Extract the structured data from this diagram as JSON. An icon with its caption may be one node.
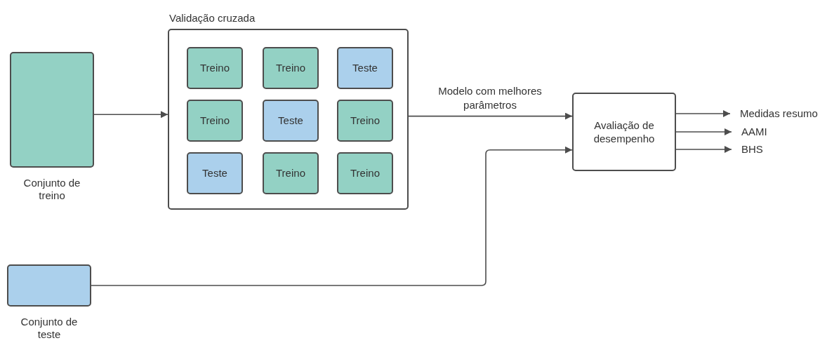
{
  "diagram": {
    "nodes": [
      {
        "text": [
          "Conjunto de treino"
        ]
      },
      {
        "text": [
          "Validação cruzada"
        ]
      },
      {
        "text": [
          "Treino"
        ],
        "in": 1
      },
      {
        "text": [
          "Treino"
        ],
        "in": 1
      },
      {
        "text": [
          "Teste"
        ],
        "in": 1
      },
      {
        "text": [
          "Treino"
        ],
        "in": 1
      },
      {
        "text": [
          "Teste"
        ],
        "in": 1
      },
      {
        "text": [
          "Treino"
        ],
        "in": 1
      },
      {
        "text": [
          "Teste"
        ],
        "in": 1
      },
      {
        "text": [
          "Treino"
        ],
        "in": 1
      },
      {
        "text": [
          "Treino"
        ],
        "in": 1
      },
      {
        "text": [
          "Conjunto de teste"
        ]
      },
      {
        "text": [
          "Avaliação de desempenho"
        ]
      },
      {
        "text": [
          "Medidas resumo"
        ]
      },
      {
        "text": [
          "AAMI"
        ]
      },
      {
        "text": [
          "BHS"
        ]
      }
    ],
    "edges": [
      {
        "from": 0,
        "to": 1,
        "arrow": "to"
      },
      {
        "from": 1,
        "to": 12,
        "arrow": "to",
        "label": "Modelo com melhores parâmetros"
      },
      {
        "from": 11,
        "to": 12,
        "arrow": "to"
      },
      {
        "from": 12,
        "to": 13,
        "arrow": "to"
      },
      {
        "from": 12,
        "to": 14,
        "arrow": "to"
      },
      {
        "from": 12,
        "to": 15,
        "arrow": "to"
      }
    ]
  }
}
